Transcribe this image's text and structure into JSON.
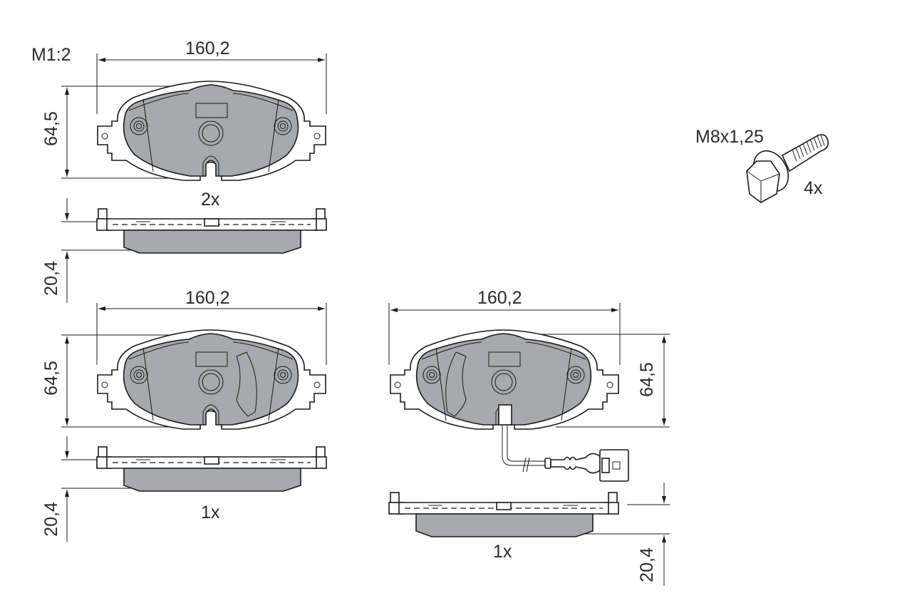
{
  "drawing": {
    "scale_label": "M1:2",
    "colors": {
      "pad_fill": "#a6a9ad",
      "line": "#1a1a1a",
      "background": "#ffffff"
    },
    "pads": [
      {
        "id": "pad-1",
        "width_label": "160,2",
        "height_label": "64,5",
        "thickness_label": "20,4",
        "quantity_label": "2x",
        "has_wear_indicator": false,
        "has_sensor_wire": false
      },
      {
        "id": "pad-2",
        "width_label": "160,2",
        "height_label": "64,5",
        "thickness_label": "20,4",
        "quantity_label": "1x",
        "has_wear_indicator": true,
        "has_sensor_wire": false
      },
      {
        "id": "pad-3",
        "width_label": "160,2",
        "height_label": "64,5",
        "thickness_label": "20,4",
        "quantity_label": "1x",
        "has_wear_indicator": true,
        "has_sensor_wire": true
      }
    ],
    "bolt": {
      "spec_label": "M8x1,25",
      "quantity_label": "4x"
    }
  }
}
